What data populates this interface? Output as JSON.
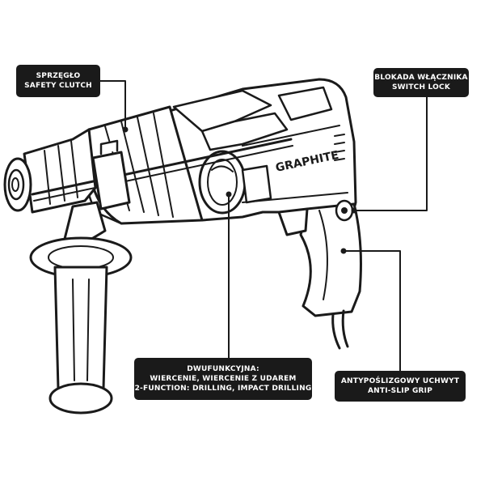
{
  "brand": {
    "logo_text": "GRAPHITE"
  },
  "callouts": {
    "clutch": {
      "line1": "SPRZĘGŁO",
      "line2": "SAFETY CLUTCH"
    },
    "switch_lock": {
      "line1": "BLOKADA WŁĄCZNIKA",
      "line2": "SWITCH LOCK"
    },
    "function": {
      "line1": "DWUFUNKCYJNA:",
      "line2": "WIERCENIE, WIERCENIE Z UDAREM",
      "line3": "2-FUNCTION: DRILLING, IMPACT DRILLING"
    },
    "grip": {
      "line1": "ANTYPOŚLIZGOWY UCHWYT",
      "line2": "ANTI-SLIP GRIP"
    }
  },
  "colors": {
    "outline": "#1a1a1a",
    "label_bg": "#1a1a1a",
    "label_text": "#ffffff",
    "background": "#ffffff"
  }
}
